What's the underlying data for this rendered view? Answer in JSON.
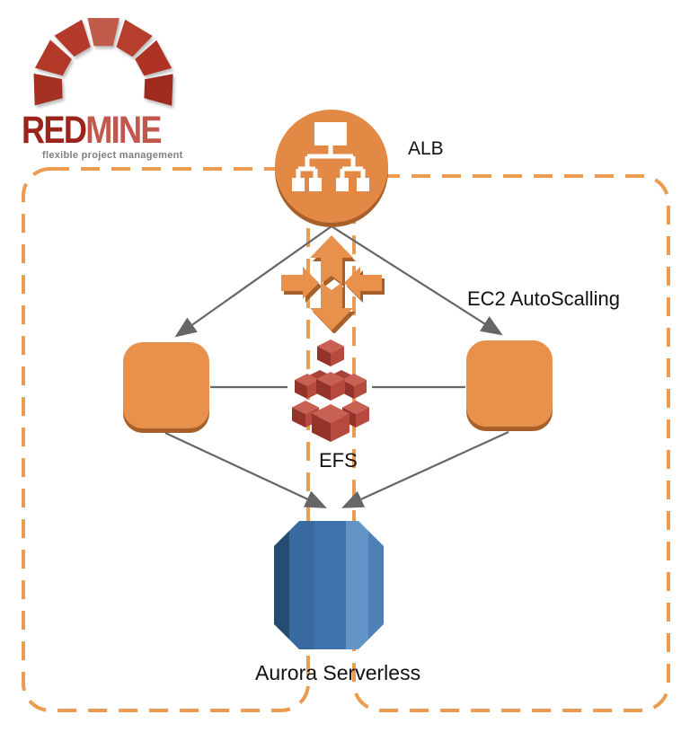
{
  "logo": {
    "brand_prefix": "RED",
    "brand_suffix": "MINE",
    "tagline": "flexible project management",
    "colors": {
      "brand_prefix": "#9B251C",
      "brand_suffix": "#C1574D",
      "tagline_gray": "#7E7E7E",
      "keystone": "#C15C4C",
      "brick_dark": "#9E2B1D"
    }
  },
  "diagram": {
    "labels": {
      "alb": "ALB",
      "autoscaling": "EC2 AutoScalling",
      "efs": "EFS",
      "aurora": "Aurora Serverless"
    },
    "zones": {
      "count": 2,
      "style": "dashed rounded rectangles"
    },
    "colors": {
      "aws_orange": "#E8914C",
      "aws_orange_shadow": "#A8602B",
      "alb_orange": "#E28A45",
      "zone_border": "#EC9C50",
      "connector_gray": "#666666",
      "efs_red_top": "#C96054",
      "efs_red_left": "#93332A",
      "efs_red_right": "#B74A3F",
      "aurora_blues": [
        "#254C73",
        "#38699F",
        "#3E73AB",
        "#6394C8",
        "#4D80B5"
      ]
    }
  }
}
